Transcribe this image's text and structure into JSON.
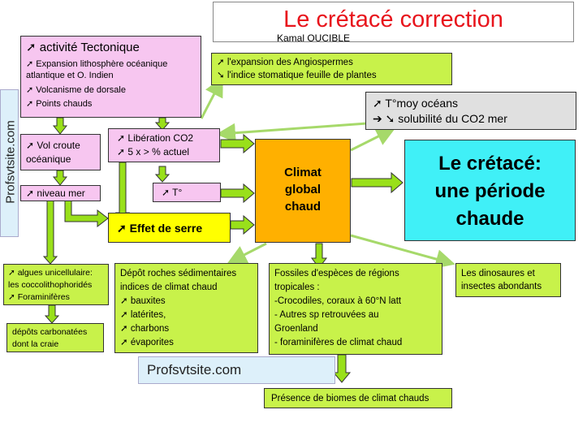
{
  "title": {
    "main": "Le crétacé correction",
    "author": "Kamal OUCIBLE"
  },
  "tectonique": {
    "heading": "➚ activité Tectonique",
    "line1": "➚ Expansion lithosphère océanique",
    "line2": "atlantique et O. Indien",
    "line3": "➚ Volcanisme de dorsale",
    "line4": "➚ Points chauds"
  },
  "angiospermes": {
    "line1": "➚ l'expansion des Angiospermes",
    "line2": "➘ l'indice  stomatique  feuille de plantes"
  },
  "oceans": {
    "line1": "➚ T°moy océans",
    "line2": "➔ ➘ solubilité du CO2 mer"
  },
  "vol_croute": {
    "line1": "➚ Vol croute",
    "line2": "océanique"
  },
  "liberation": {
    "line1": "➚ Libération  CO2",
    "line2": "➚ 5 x >  % actuel"
  },
  "niveau_mer": {
    "text": "➚ niveau mer"
  },
  "temperature": {
    "text": "➚ T°"
  },
  "effet_serre": {
    "text": "➚ Effet de serre"
  },
  "climat": {
    "line1": "Climat",
    "line2": "global",
    "line3": "chaud"
  },
  "conclusion": {
    "line1": "Le crétacé:",
    "line2": "une période",
    "line3": "chaude"
  },
  "watermark_side": "Profsvtsite.com",
  "watermark_bottom": "Profsvtsite.com",
  "algues": {
    "line1": "➚ algues unicellulaire:",
    "line2": "les coccolithophoridés",
    "line3": "➚ Foraminifères"
  },
  "carbonates": {
    "line1": "dépôts carbonatées",
    "line2": "dont la craie"
  },
  "depot": {
    "line1": "Dépôt roches sédimentaires",
    "line2": "indices de climat chaud",
    "line3": "➚ bauxites",
    "line4": "➚ latérites,",
    "line5": "➚ charbons",
    "line6": "➚ évaporites"
  },
  "fossiles": {
    "line1": "Fossiles d'espèces de régions",
    "line2": "tropicales :",
    "line3": "-Crocodiles, coraux à 60°N latt",
    "line4": "- Autres sp retrouvées au",
    "line5": "Groenland",
    "line6": "- foraminifères de climat chaud"
  },
  "dinosaures": {
    "line1": "Les dinosaures et",
    "line2": "insectes  abondants"
  },
  "biomes": {
    "text": "Présence de biomes de climat chauds"
  },
  "colors": {
    "pink": "#f7c6f0",
    "green": "#c8f24a",
    "yellow": "#ffff00",
    "orange": "#ffb000",
    "cyan": "#40f0f7",
    "lightblue": "#ddf0fa",
    "grey": "#e0e0e0",
    "title_red": "#e8141c"
  }
}
